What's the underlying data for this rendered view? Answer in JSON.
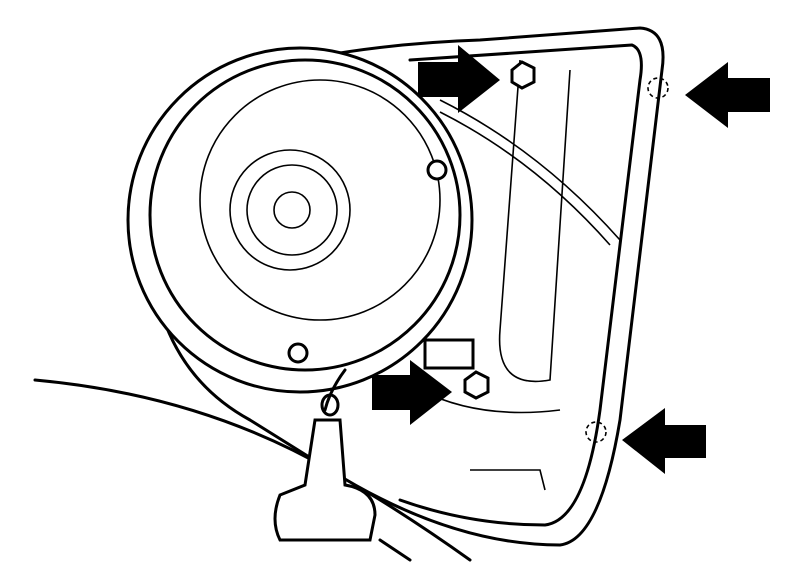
{
  "diagram": {
    "subject": "speaker-housing-removal",
    "colors": {
      "line": "#000000",
      "background": "#ffffff"
    },
    "arrows": [
      "top-bolt",
      "top-right-clip",
      "bottom-bolt",
      "bottom-right-clip"
    ]
  }
}
